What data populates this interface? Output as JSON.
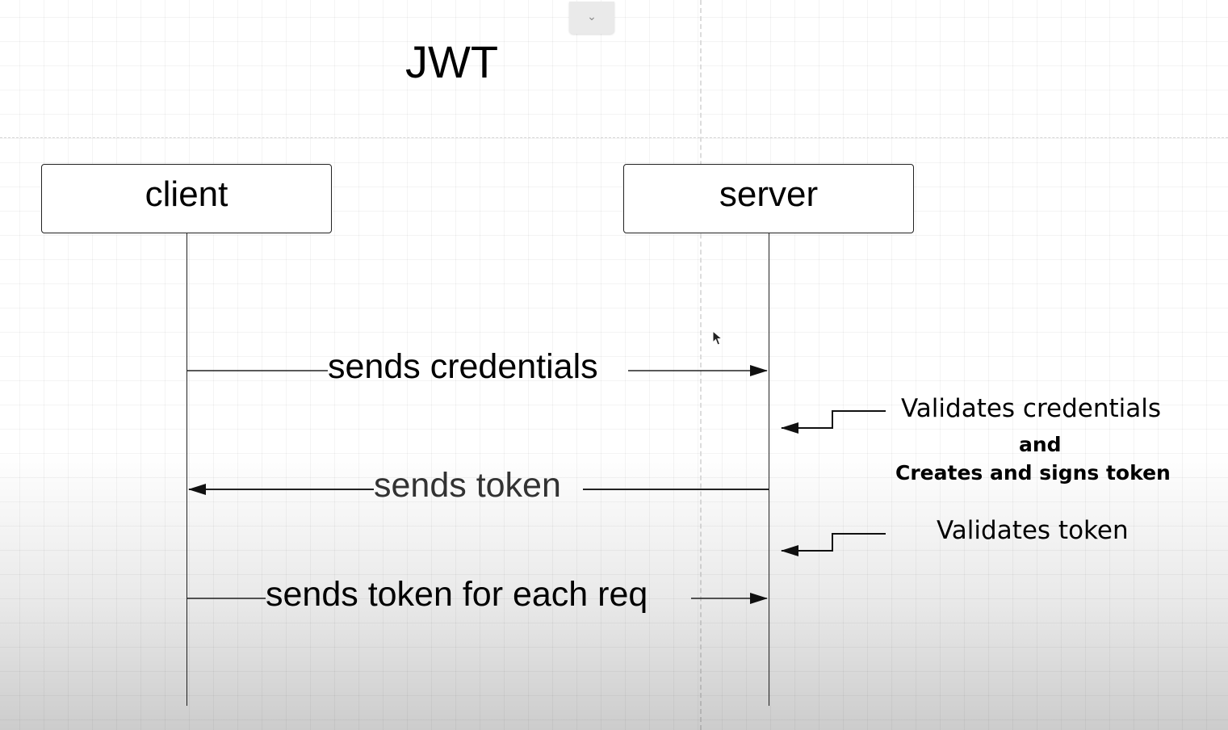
{
  "diagram": {
    "title": "JWT",
    "actors": {
      "client": "client",
      "server": "server"
    },
    "messages": [
      {
        "label": "sends credentials",
        "from": "client",
        "to": "server"
      },
      {
        "label": "sends token",
        "from": "server",
        "to": "client"
      },
      {
        "label": "sends token for each req",
        "from": "client",
        "to": "server"
      }
    ],
    "notes": [
      {
        "lines": [
          "Validates credentials",
          "and",
          "Creates and signs token"
        ],
        "target": "server"
      },
      {
        "lines": [
          "Validates token"
        ],
        "target": "server"
      }
    ]
  },
  "ui": {
    "collapse_icon": "chevron-down-icon",
    "cursor_icon": "mouse-pointer-icon"
  },
  "colors": {
    "line": "#222222",
    "text": "#000000",
    "muted_text": "#333333"
  }
}
